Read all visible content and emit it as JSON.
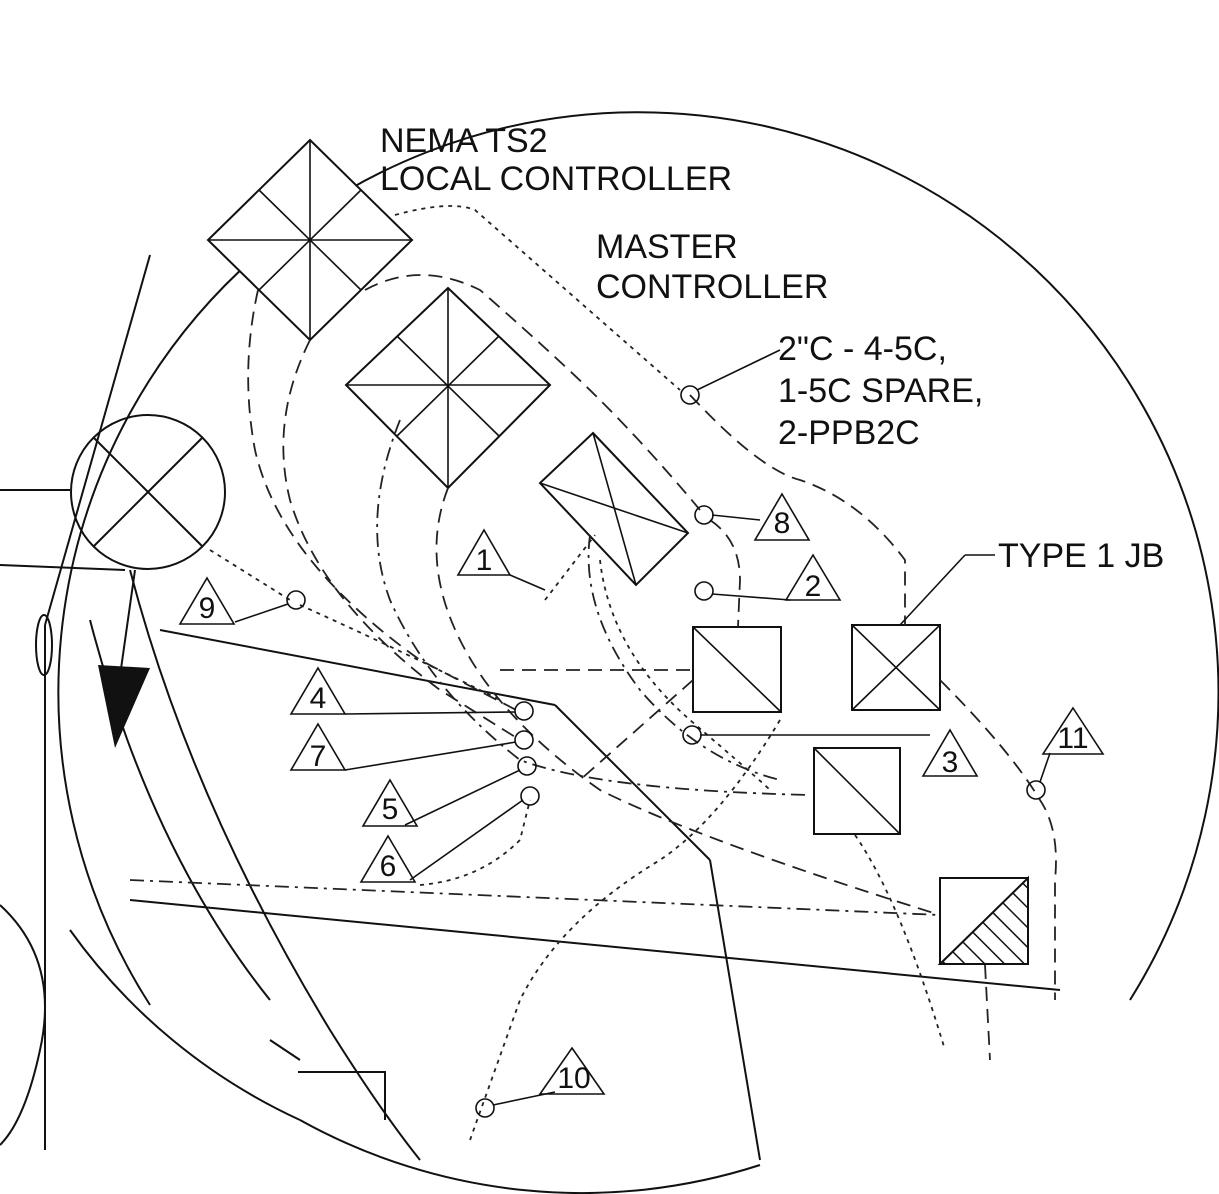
{
  "labels": {
    "local_controller_line1": "NEMA TS2",
    "local_controller_line2": "LOCAL CONTROLLER",
    "master_controller_line1": "MASTER",
    "master_controller_line2": "CONTROLLER",
    "conduit_line1": "2\"C - 4-5C,",
    "conduit_line2": "1-5C SPARE,",
    "conduit_line3": "2-PPB2C",
    "junction_box": "TYPE 1 JB"
  },
  "callouts": [
    "1",
    "2",
    "3",
    "4",
    "5",
    "6",
    "7",
    "8",
    "9",
    "10",
    "11"
  ]
}
